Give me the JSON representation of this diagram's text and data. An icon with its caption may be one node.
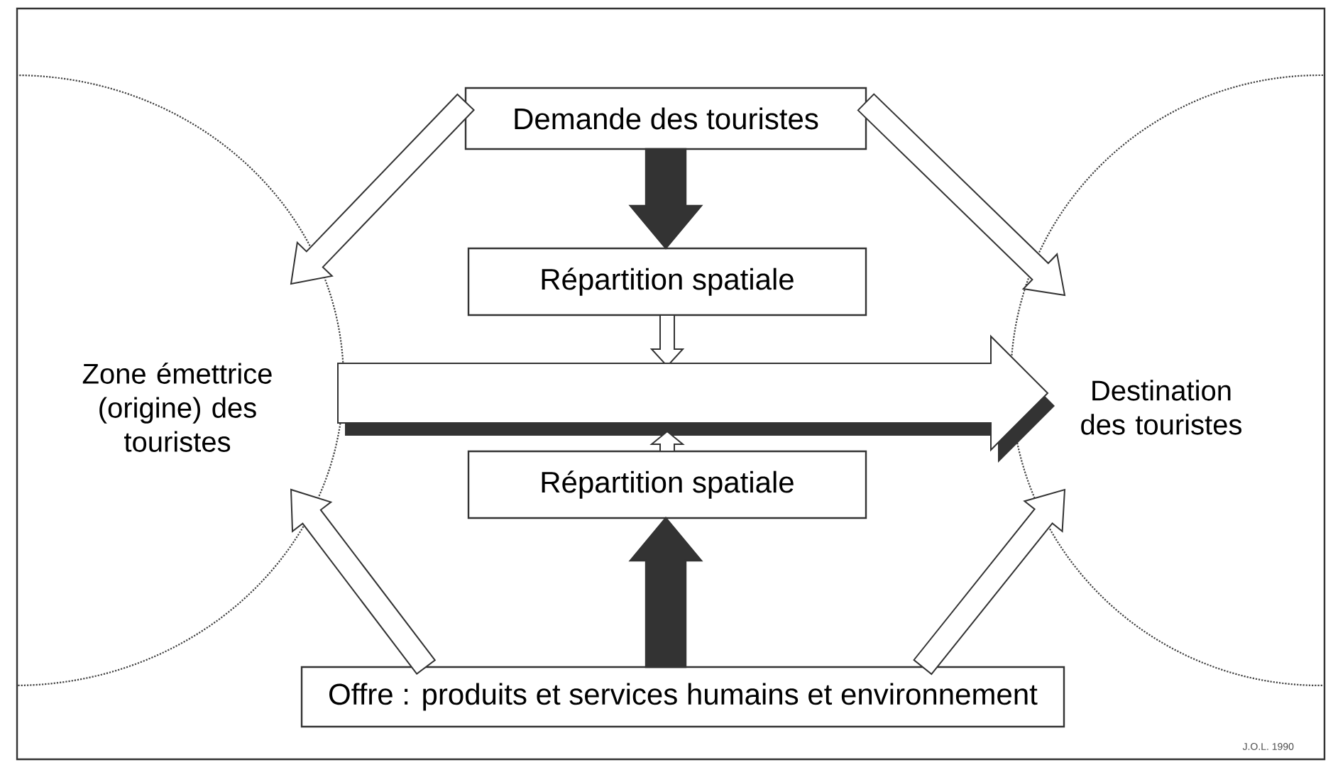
{
  "diagram": {
    "nodes": [
      {
        "text": [
          "Demande des touristes"
        ]
      },
      {
        "text": [
          "Répartition spatiale"
        ]
      },
      {
        "text": [
          "Zone émettrice (origine) des touristes"
        ]
      },
      {
        "text": [
          "Destination des touristes"
        ]
      },
      {
        "text": [
          "Répartition spatiale"
        ]
      },
      {
        "text": [
          "Offre : produits et services humains et environnement"
        ]
      }
    ],
    "edges": [
      {
        "from": 0,
        "to": 2,
        "arrow": "to"
      },
      {
        "from": 0,
        "to": 3,
        "arrow": "to"
      },
      {
        "from": 0,
        "to": 1,
        "arrow": "to",
        "style": "thick",
        "color": "#333333"
      },
      {
        "from": 1,
        "to": null,
        "arrow": "to"
      },
      {
        "from": 2,
        "to": 3,
        "arrow": "to",
        "style": "thick"
      },
      {
        "from": 4,
        "to": null,
        "arrow": "to"
      },
      {
        "from": 5,
        "to": 4,
        "arrow": "to",
        "style": "thick",
        "color": "#333333"
      },
      {
        "from": 5,
        "to": 2,
        "arrow": "to"
      },
      {
        "from": 5,
        "to": 3,
        "arrow": "to"
      }
    ],
    "labels": [
      "J.O.L. 1990"
    ]
  }
}
